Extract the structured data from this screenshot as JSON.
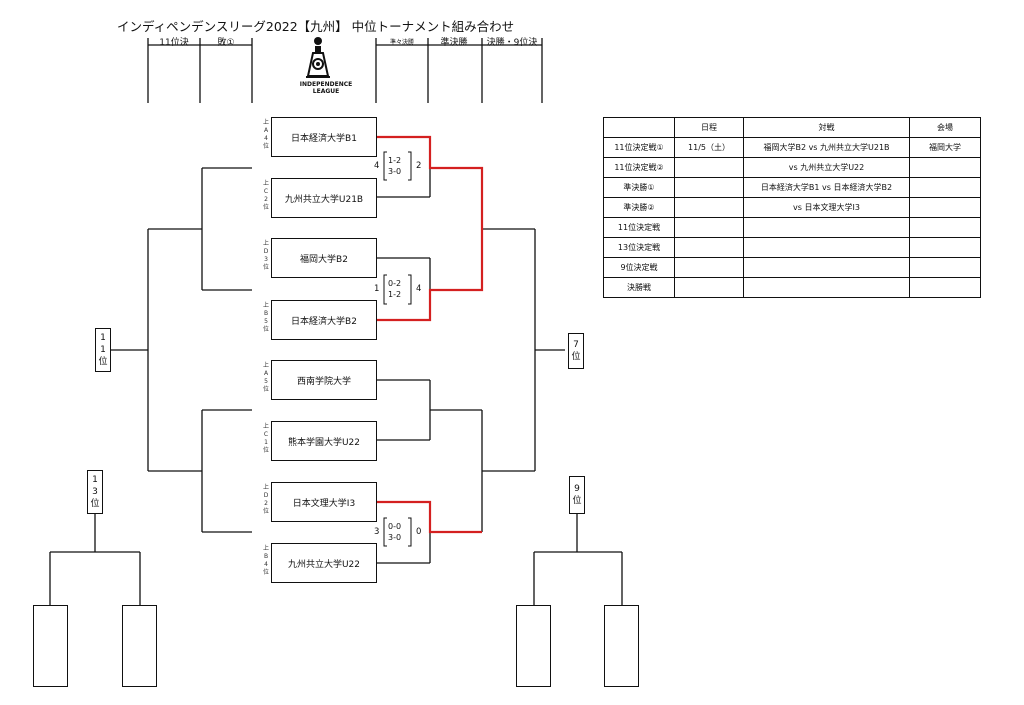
{
  "title": "インディペンデンスリーグ2022【九州】 中位トーナメント組み合わせ",
  "headers": {
    "left": [
      "11位決",
      "敗①"
    ],
    "right": [
      "準々決勝",
      "準決勝",
      "決勝・9位決"
    ]
  },
  "logo": {
    "text_line1": "INDEPENDENCE",
    "text_line2": "LEAGUE"
  },
  "teams": [
    {
      "name": "日本経済大学B1",
      "seed": [
        "上",
        "A",
        "4",
        "位"
      ]
    },
    {
      "name": "九州共立大学U21B",
      "seed": [
        "上",
        "C",
        "2",
        "位"
      ]
    },
    {
      "name": "福岡大学B2",
      "seed": [
        "上",
        "D",
        "3",
        "位"
      ]
    },
    {
      "name": "日本経済大学B2",
      "seed": [
        "上",
        "B",
        "5",
        "位"
      ]
    },
    {
      "name": "西南学院大学",
      "seed": [
        "上",
        "A",
        "5",
        "位"
      ]
    },
    {
      "name": "熊本学園大学U22",
      "seed": [
        "上",
        "C",
        "1",
        "位"
      ]
    },
    {
      "name": "日本文理大学I3",
      "seed": [
        "上",
        "D",
        "2",
        "位"
      ]
    },
    {
      "name": "九州共立大学U22",
      "seed": [
        "上",
        "B",
        "4",
        "位"
      ]
    }
  ],
  "matches": [
    {
      "left_score": "4",
      "sets": [
        "1-2",
        "3-0"
      ],
      "right_score": "2"
    },
    {
      "left_score": "1",
      "sets": [
        "0-2",
        "1-2"
      ],
      "right_score": "4"
    },
    {
      "left_score": "3",
      "sets": [
        "0-0",
        "3-0"
      ],
      "right_score": "0"
    }
  ],
  "placements": {
    "p11": [
      "1",
      "1",
      "位"
    ],
    "p7": [
      "7",
      "位"
    ],
    "p13": [
      "1",
      "3",
      "位"
    ],
    "p9": [
      "9",
      "位"
    ]
  },
  "schedule": {
    "headers": [
      "",
      "日程",
      "対戦",
      "会場"
    ],
    "rows": [
      [
        "11位決定戦①",
        "11/5（土）",
        "福岡大学B2 vs 九州共立大学U21B",
        "福岡大学"
      ],
      [
        "11位決定戦②",
        "",
        "vs 九州共立大学U22",
        ""
      ],
      [
        "準決勝①",
        "",
        "日本経済大学B1 vs 日本経済大学B2",
        ""
      ],
      [
        "準決勝②",
        "",
        "vs 日本文理大学I3",
        ""
      ],
      [
        "11位決定戦",
        "",
        "",
        ""
      ],
      [
        "13位決定戦",
        "",
        "",
        ""
      ],
      [
        "9位決定戦",
        "",
        "",
        ""
      ],
      [
        "決勝戦",
        "",
        "",
        ""
      ]
    ]
  },
  "colors": {
    "winner_line": "#d42020",
    "line": "#111111"
  }
}
